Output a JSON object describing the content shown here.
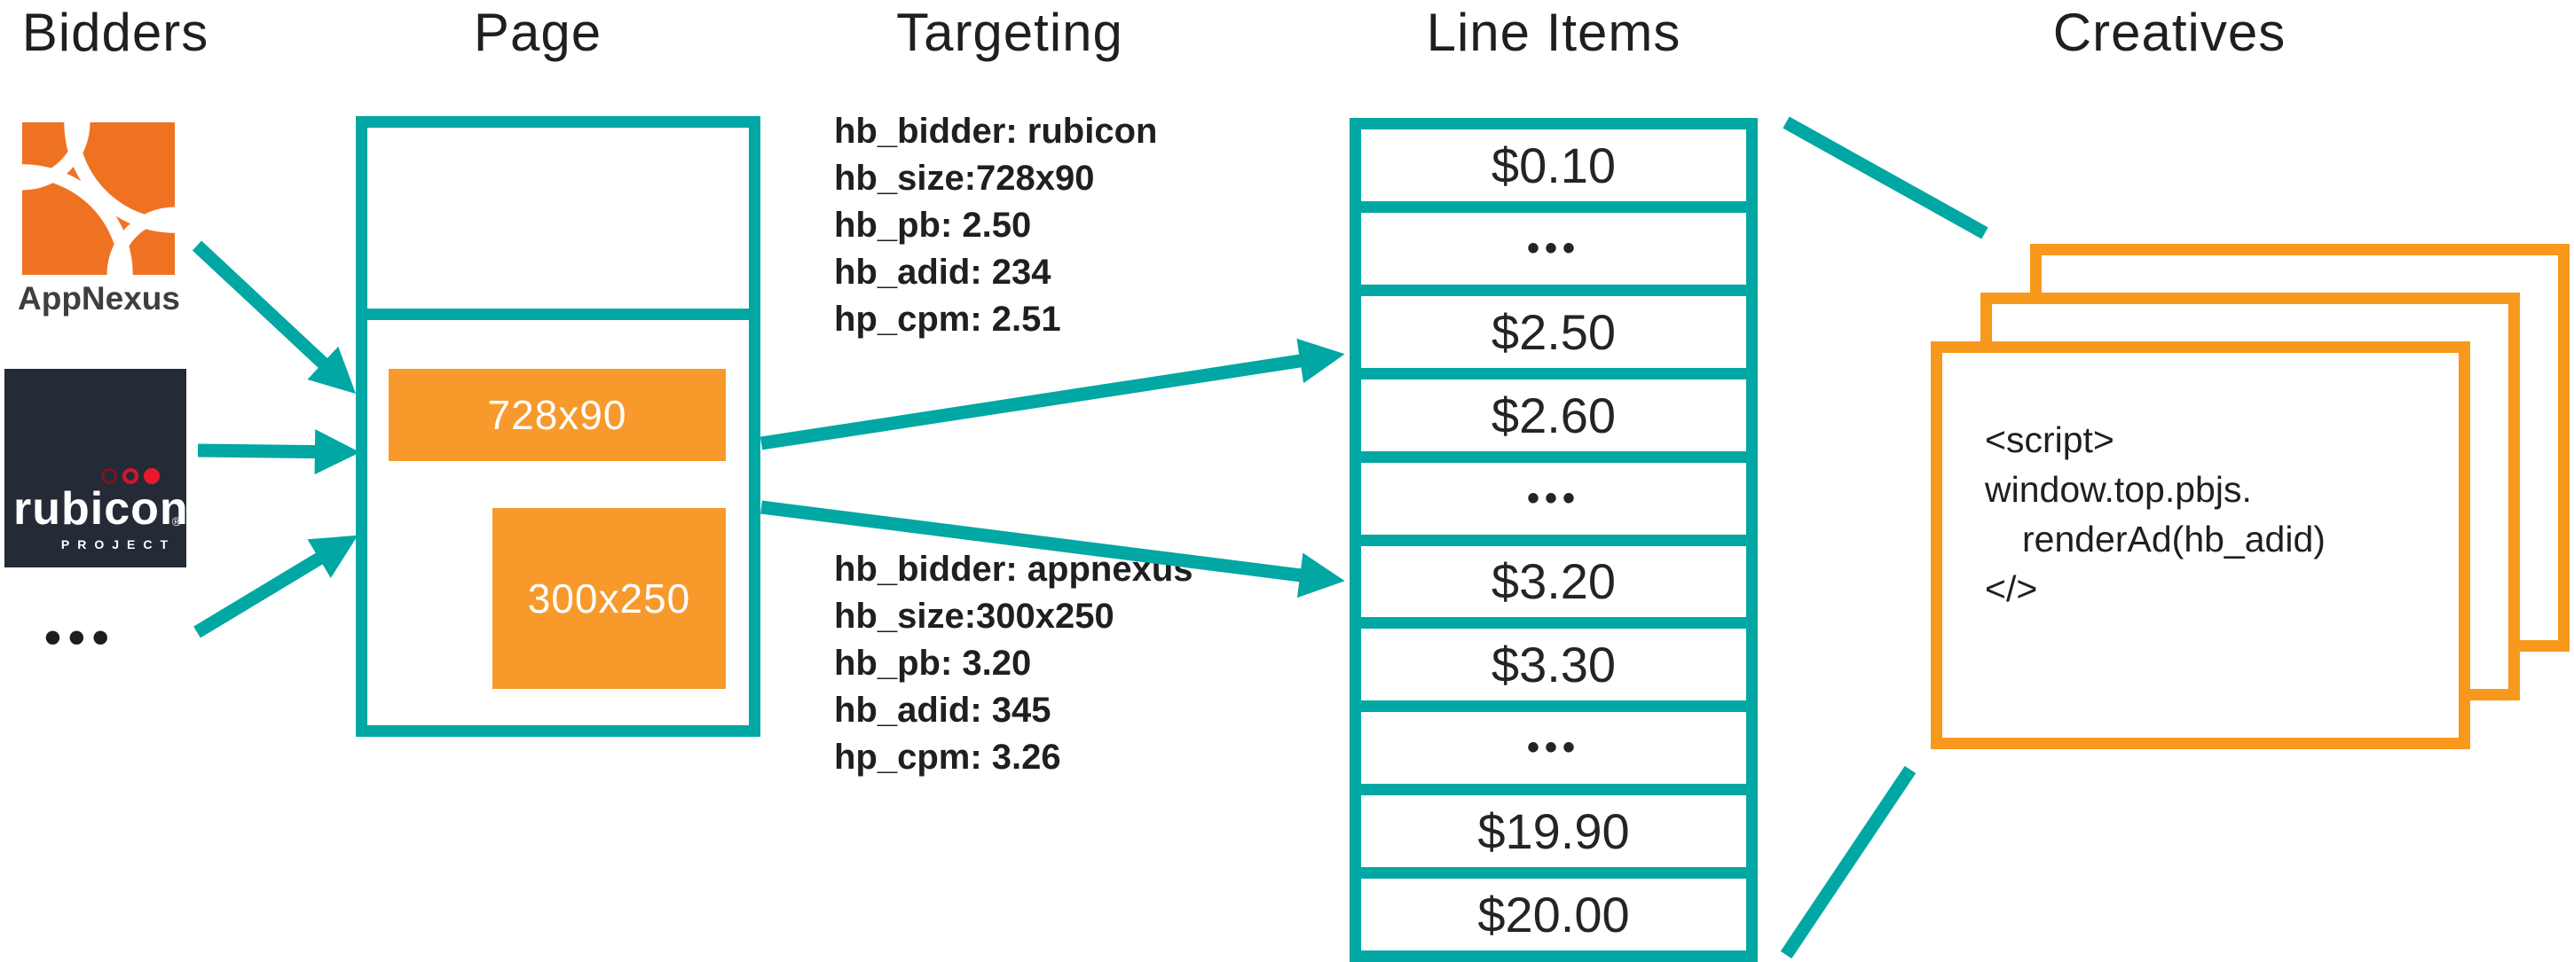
{
  "headers": {
    "bidders": "Bidders",
    "page": "Page",
    "targeting": "Targeting",
    "line_items": "Line Items",
    "creatives": "Creatives"
  },
  "bidders": {
    "appnexus_label": "AppNexus",
    "rubicon_word": "rubicon",
    "rubicon_reg": "®",
    "rubicon_sub": "PROJECT",
    "more_label": "•••"
  },
  "page": {
    "slot1": "728x90",
    "slot2": "300x250"
  },
  "targeting": {
    "block1": [
      "hb_bidder: rubicon",
      "hb_size:728x90",
      "hb_pb: 2.50",
      "hb_adid: 234",
      "hp_cpm: 2.51"
    ],
    "block2": [
      "hb_bidder: appnexus",
      "hb_size:300x250",
      "hb_pb: 3.20",
      "hb_adid: 345",
      "hp_cpm: 3.26"
    ]
  },
  "line_items": {
    "rows": [
      "$0.10",
      "•••",
      "$2.50",
      "$2.60",
      "•••",
      "$3.20",
      "$3.30",
      "•••",
      "$19.90",
      "$20.00"
    ]
  },
  "creatives": {
    "script_lines": [
      "<script>",
      "window.top.pbjs.",
      "renderAd(hb_adid)",
      "</>"
    ]
  },
  "colors": {
    "teal": "#00A7A3",
    "card_orange": "#F8981D",
    "slot_orange": "#F79A2B",
    "appnexus_orange": "#EF7223",
    "rubicon_bg": "#242B37",
    "text": "#231F20"
  }
}
